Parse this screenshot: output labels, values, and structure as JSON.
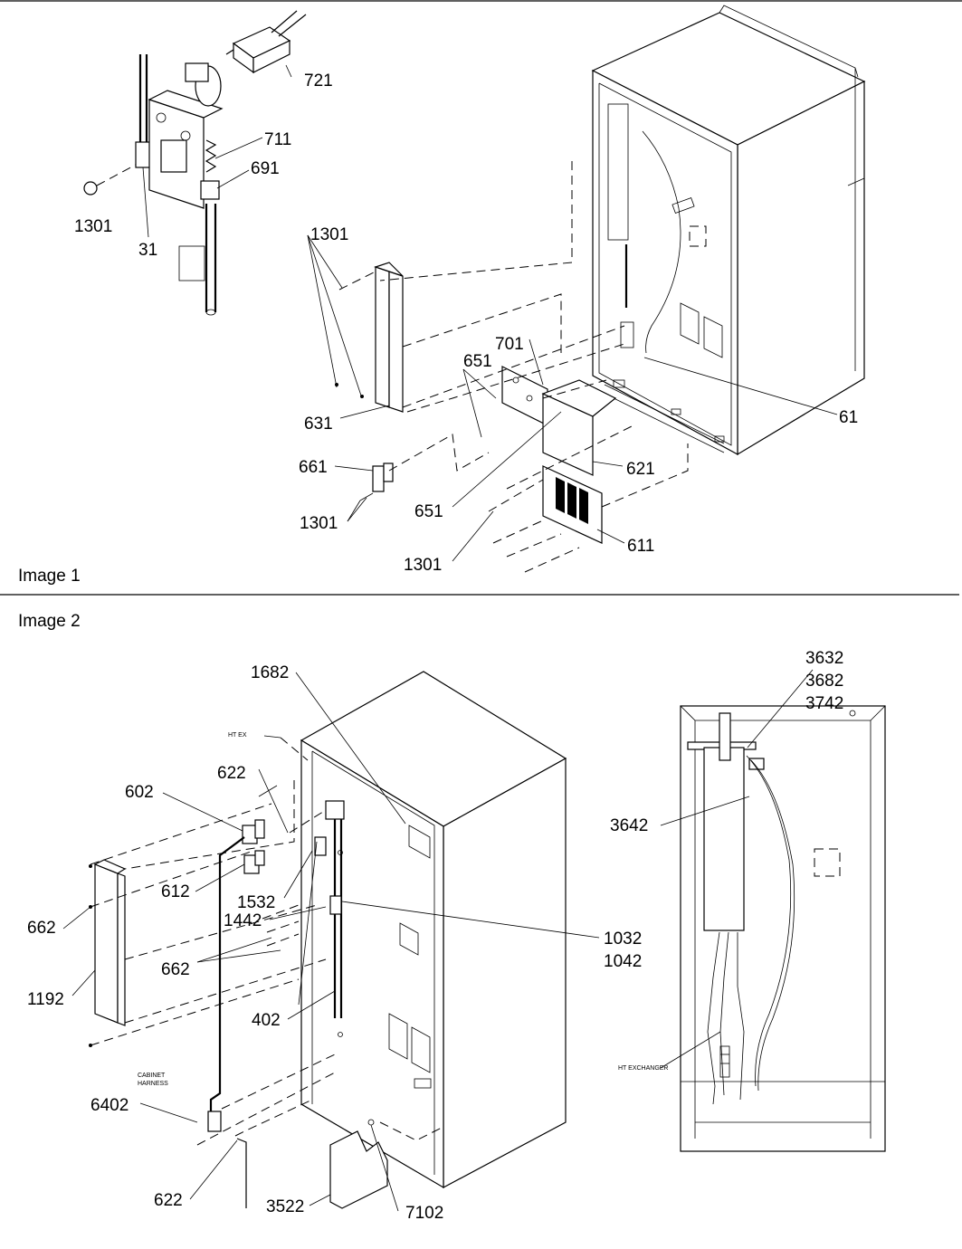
{
  "captions": {
    "image1": "Image 1",
    "image2": "Image 2"
  },
  "image1": {
    "labels": {
      "p721": "721",
      "p711": "711",
      "p691": "691",
      "p1301a": "1301",
      "p31": "31",
      "p1301b": "1301",
      "p631": "631",
      "p701": "701",
      "p651a": "651",
      "p61": "61",
      "p661": "661",
      "p621": "621",
      "p651b": "651",
      "p1301c": "1301",
      "p1301d": "1301",
      "p611": "611"
    }
  },
  "image2": {
    "labels": {
      "p1682": "1682",
      "htex": "HT EX",
      "p622a": "622",
      "p602": "602",
      "p612": "612",
      "p1532": "1532",
      "p1442": "1442",
      "p1032": "1032",
      "p1042": "1042",
      "p662a": "662",
      "p662b": "662",
      "p1192": "1192",
      "p402": "402",
      "harness1": "CABINET",
      "harness2": "HARNESS",
      "p6402": "6402",
      "p622b": "622",
      "p3522": "3522",
      "p7102": "7102",
      "p3632": "3632",
      "p3682": "3682",
      "p3742": "3742",
      "p3642": "3642",
      "htexchanger": "HT EXCHANGER"
    }
  }
}
